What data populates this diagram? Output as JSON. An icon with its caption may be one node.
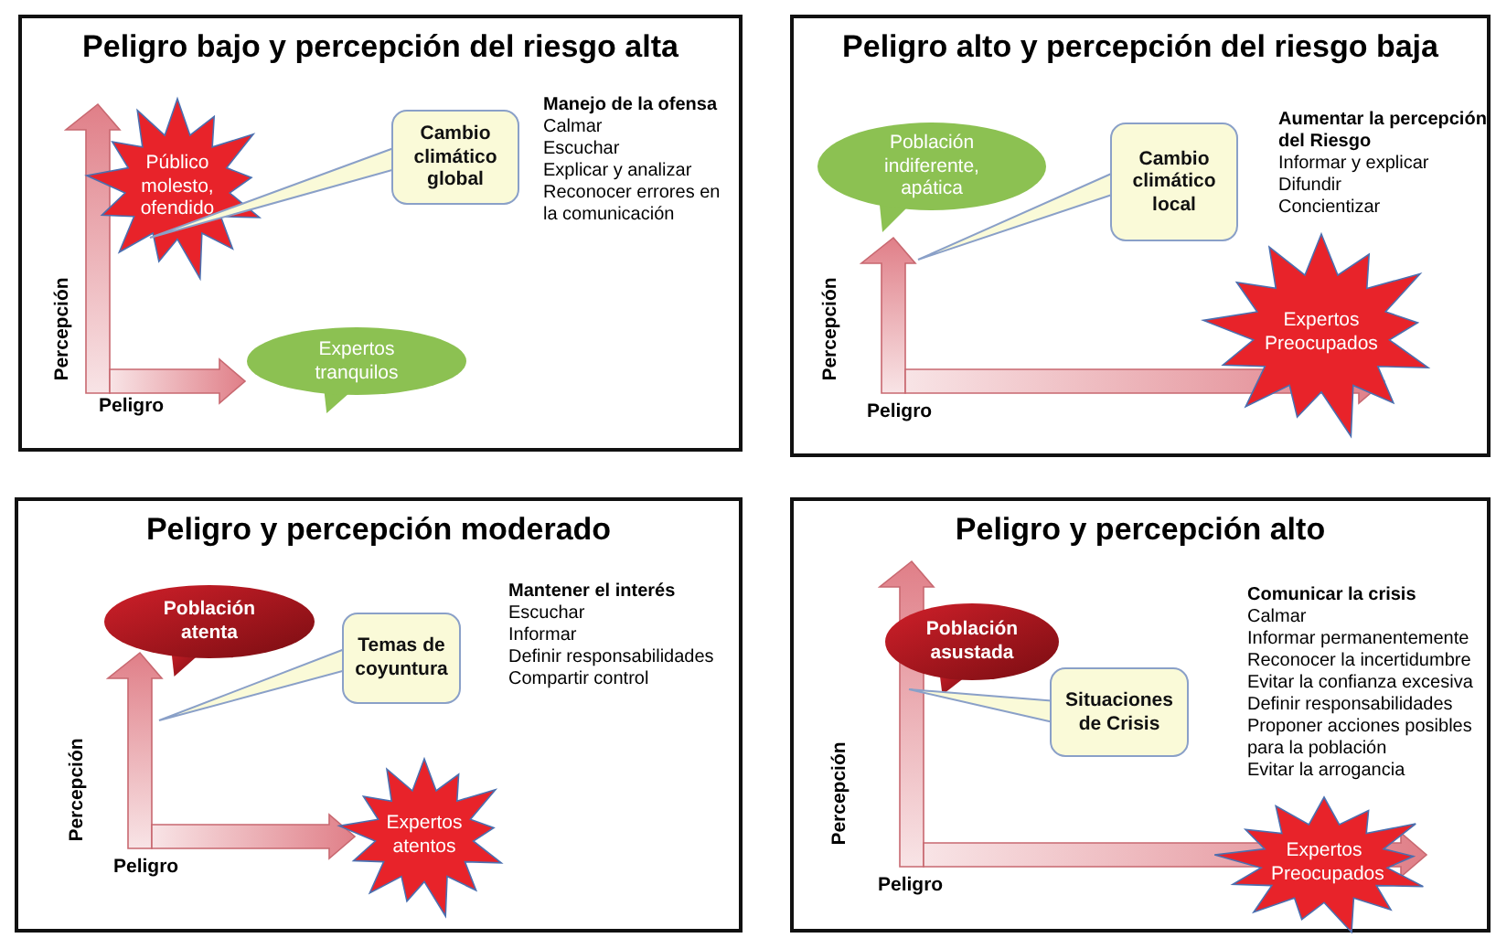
{
  "diagram": {
    "nodes": [
      {
        "text": [
          "Peligro bajo y percepción del riesgo alta"
        ]
      },
      {
        "text": [
          "Público molesto, ofendido"
        ],
        "in": 0
      },
      {
        "text": [
          "Cambio climático global"
        ],
        "in": 0
      },
      {
        "text": [
          "Expertos tranquilos"
        ],
        "in": 0
      },
      {
        "text": [
          "Peligro alto y percepción del riesgo baja"
        ]
      },
      {
        "text": [
          "Población indiferente, apática"
        ],
        "in": 4
      },
      {
        "text": [
          "Cambio climático local"
        ],
        "in": 4
      },
      {
        "text": [
          "Expertos Preocupados"
        ],
        "in": 4
      },
      {
        "text": [
          "Peligro y percepción moderado"
        ]
      },
      {
        "text": [
          "Población atenta"
        ],
        "in": 8
      },
      {
        "text": [
          "Temas de coyuntura"
        ],
        "in": 8
      },
      {
        "text": [
          "Expertos atentos"
        ],
        "in": 8
      },
      {
        "text": [
          "Peligro y percepción alto"
        ]
      },
      {
        "text": [
          "Población asustada"
        ],
        "in": 12
      },
      {
        "text": [
          "Situaciones de Crisis"
        ],
        "in": 12
      },
      {
        "text": [
          "Expertos Preocupados"
        ],
        "in": 12
      }
    ],
    "labels": [
      "Percepción",
      "Peligro",
      "Manejo de la ofensa",
      "Calmar",
      "Escuchar",
      "Explicar y analizar",
      "Reconocer errores en la comunicación",
      "Percepción",
      "Peligro",
      "Aumentar la percepción del Riesgo",
      "Informar y explicar",
      "Difundir",
      "Concientizar",
      "Percepción",
      "Peligro",
      "Mantener el interés",
      "Escuchar",
      "Informar",
      "Definir responsabilidades",
      "Compartir control",
      "Percepción",
      "Peligro",
      "Comunicar la crisis",
      "Calmar",
      "Informar permanentemente",
      "Reconocer la incertidumbre",
      "Evitar la confianza excesiva",
      "Definir responsabilidades",
      "Proponer acciones posibles para la población",
      "Evitar la arrogancia"
    ]
  }
}
